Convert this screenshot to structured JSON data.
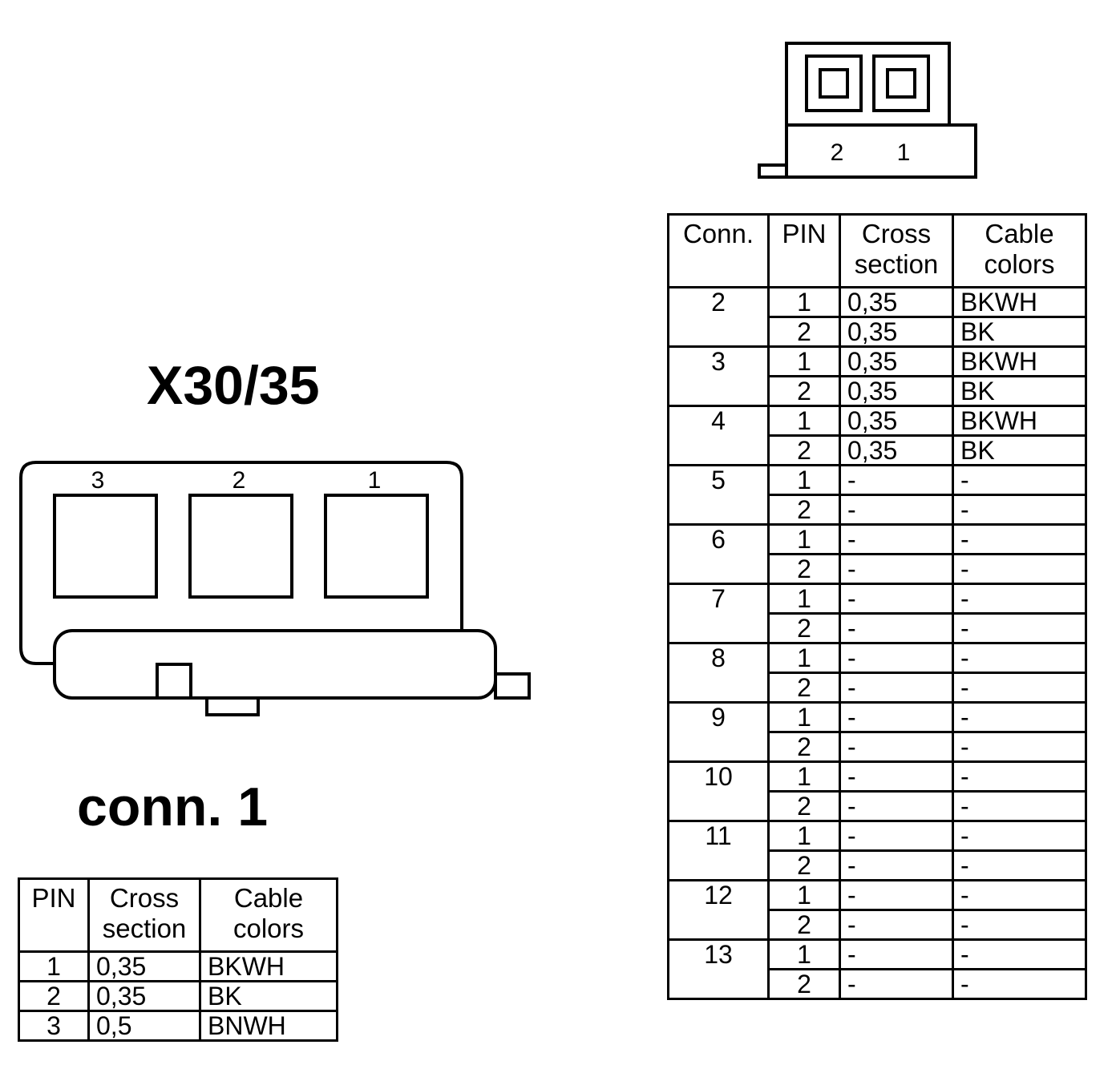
{
  "connector_id": "X30/35",
  "connector_label": "conn. 1",
  "big_connector_pins": [
    "3",
    "2",
    "1"
  ],
  "small_connector_pins": [
    "2",
    "1"
  ],
  "conn1_table": {
    "headers": [
      "PIN",
      "Cross section",
      "Cable colors"
    ],
    "header_lines": [
      [
        "PIN"
      ],
      [
        "Cross",
        "section"
      ],
      [
        "Cable",
        "colors"
      ]
    ],
    "rows": [
      {
        "pin": "1",
        "cross_section": "0,35",
        "color": "BKWH"
      },
      {
        "pin": "2",
        "cross_section": "0,35",
        "color": "BK"
      },
      {
        "pin": "3",
        "cross_section": "0,5",
        "color": "BNWH"
      }
    ]
  },
  "main_table": {
    "header_lines": [
      [
        "Conn."
      ],
      [
        "PIN"
      ],
      [
        "Cross",
        "section"
      ],
      [
        "Cable",
        "colors"
      ]
    ],
    "groups": [
      {
        "conn": "2",
        "rows": [
          {
            "pin": "1",
            "cross_section": "0,35",
            "color": "BKWH"
          },
          {
            "pin": "2",
            "cross_section": "0,35",
            "color": "BK"
          }
        ]
      },
      {
        "conn": "3",
        "rows": [
          {
            "pin": "1",
            "cross_section": "0,35",
            "color": "BKWH"
          },
          {
            "pin": "2",
            "cross_section": "0,35",
            "color": "BK"
          }
        ]
      },
      {
        "conn": "4",
        "rows": [
          {
            "pin": "1",
            "cross_section": "0,35",
            "color": "BKWH"
          },
          {
            "pin": "2",
            "cross_section": "0,35",
            "color": "BK"
          }
        ]
      },
      {
        "conn": "5",
        "rows": [
          {
            "pin": "1",
            "cross_section": "-",
            "color": "-"
          },
          {
            "pin": "2",
            "cross_section": "-",
            "color": "-"
          }
        ]
      },
      {
        "conn": "6",
        "rows": [
          {
            "pin": "1",
            "cross_section": "-",
            "color": "-"
          },
          {
            "pin": "2",
            "cross_section": "-",
            "color": "-"
          }
        ]
      },
      {
        "conn": "7",
        "rows": [
          {
            "pin": "1",
            "cross_section": "-",
            "color": "-"
          },
          {
            "pin": "2",
            "cross_section": "-",
            "color": "-"
          }
        ]
      },
      {
        "conn": "8",
        "rows": [
          {
            "pin": "1",
            "cross_section": "-",
            "color": "-"
          },
          {
            "pin": "2",
            "cross_section": "-",
            "color": "-"
          }
        ]
      },
      {
        "conn": "9",
        "rows": [
          {
            "pin": "1",
            "cross_section": "-",
            "color": "-"
          },
          {
            "pin": "2",
            "cross_section": "-",
            "color": "-"
          }
        ]
      },
      {
        "conn": "10",
        "rows": [
          {
            "pin": "1",
            "cross_section": "-",
            "color": "-"
          },
          {
            "pin": "2",
            "cross_section": "-",
            "color": "-"
          }
        ]
      },
      {
        "conn": "11",
        "rows": [
          {
            "pin": "1",
            "cross_section": "-",
            "color": "-"
          },
          {
            "pin": "2",
            "cross_section": "-",
            "color": "-"
          }
        ]
      },
      {
        "conn": "12",
        "rows": [
          {
            "pin": "1",
            "cross_section": "-",
            "color": "-"
          },
          {
            "pin": "2",
            "cross_section": "-",
            "color": "-"
          }
        ]
      },
      {
        "conn": "13",
        "rows": [
          {
            "pin": "1",
            "cross_section": "-",
            "color": "-"
          },
          {
            "pin": "2",
            "cross_section": "-",
            "color": "-"
          }
        ]
      }
    ]
  }
}
